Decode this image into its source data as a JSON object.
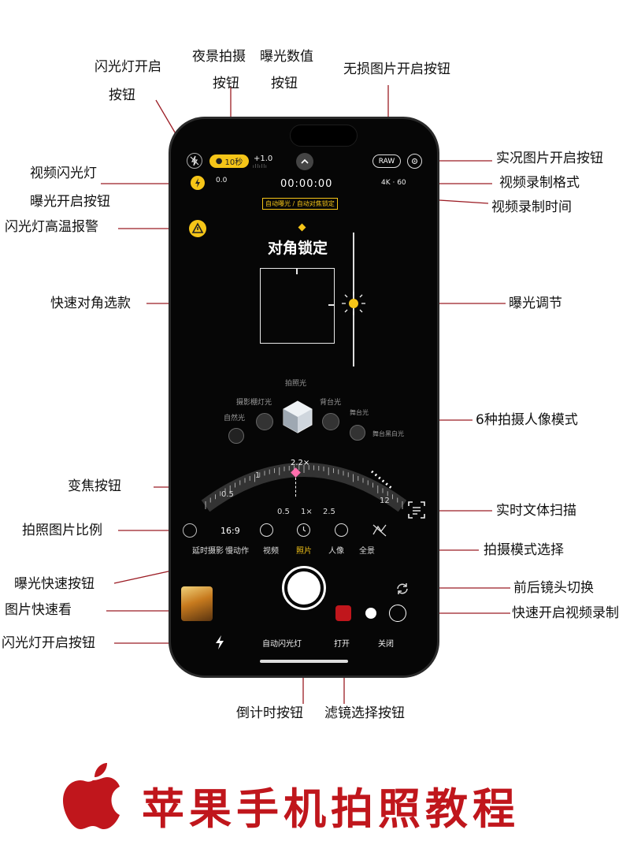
{
  "annotations": {
    "flash_on_l1": "闪光灯开启",
    "flash_on_l2": "按钮",
    "night_l1": "夜景拍摄",
    "night_l2": "按钮",
    "exposure_value_l1": "曝光数值",
    "exposure_value_l2": "按钮",
    "lossless": "无损图片开启按钮",
    "video_flash": "视频闪光灯",
    "exposure_on": "曝光开启按钮",
    "flash_warning": "闪光灯高温报警",
    "live_photo": "实况图片开启按钮",
    "video_format": "视频录制格式",
    "video_time": "视频录制时间",
    "diagonal": "快速对角选款",
    "exposure_adjust": "曝光调节",
    "portrait_modes": "6种拍摄人像模式",
    "zoom": "变焦按钮",
    "text_scan": "实时文体扫描",
    "aspect": "拍照图片比例",
    "mode_select": "拍摄模式选择",
    "exposure_quick": "曝光快速按钮",
    "lens_switch": "前后镜头切换",
    "gallery": "图片快速看",
    "quick_video": "快速开启视频录制",
    "flash_on_bottom": "闪光灯开启按钮",
    "timer": "倒计时按钮",
    "filter": "滤镜选择按钮"
  },
  "phone": {
    "night_badge": "10秒",
    "exposure_num": "+1.0",
    "raw": "RAW",
    "flash_value": "0.0",
    "timecode": "00:00:00",
    "video_format": "4K · 60",
    "lock_banner": "自动曝光 / 自动对焦锁定",
    "lock_label": "对角锁定",
    "portrait_title": "拍照光",
    "portrait_modes": [
      "摄影棚灯光",
      "背台光",
      "自然光",
      "舞台光",
      "舞台黑白光"
    ],
    "zoom_current": "2.2×",
    "zoom_dial_labels": [
      "0.5",
      "1",
      "12"
    ],
    "zoom_presets": [
      "0.5",
      "1×",
      "2.5"
    ],
    "aspect_ratio": "16:9",
    "modes": [
      "延时摄影",
      "慢动作",
      "视频",
      "照片",
      "人像",
      "全景"
    ],
    "bottom_flash": "自动闪光灯",
    "bottom_on": "打开",
    "bottom_off": "关闭"
  },
  "title": "苹果手机拍照教程",
  "colors": {
    "accent": "#f5c518",
    "leader": "#9b1c24",
    "title_red": "#c0161c",
    "zoom_pink": "#ff6fae"
  }
}
